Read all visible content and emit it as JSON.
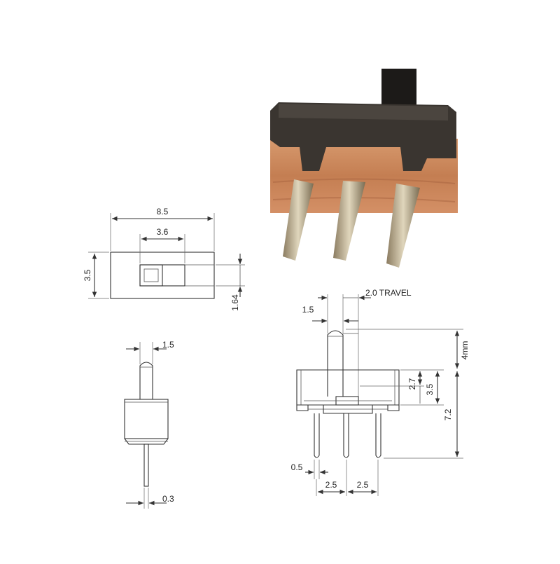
{
  "top_view": {
    "width_label": "8.5",
    "slot_label": "3.6",
    "height_label": "3.5",
    "actuator_label": "1.64"
  },
  "front_view": {
    "actuator_width_label": "1.5",
    "pin_width_label": "0.3"
  },
  "side_view": {
    "travel_label": "2.0 TRAVEL",
    "actuator_width_label": "1.5",
    "actuator_height_label": "4mm",
    "body_inner_label": "2.7",
    "body_height_label": "3.5",
    "total_pin_label": "7.2",
    "pin_width_label": "0.5",
    "pitch_left_label": "2.5",
    "pitch_right_label": "2.5"
  },
  "colors": {
    "line": "#333333",
    "switch_housing": "#3a3530",
    "switch_base": "#c98a5e",
    "switch_pins": "#b8a888"
  }
}
